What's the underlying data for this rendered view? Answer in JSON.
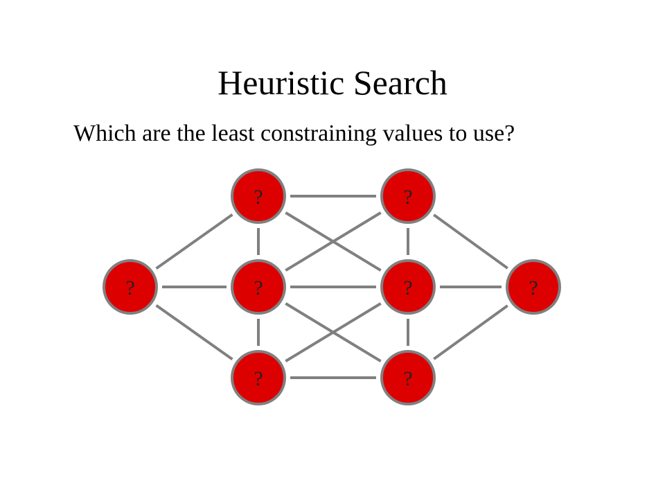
{
  "slide": {
    "title": "Heuristic Search",
    "subtitle": "Which are the least constraining values to use?"
  },
  "graph": {
    "node_fill": "#dd0000",
    "node_stroke": "#808080",
    "edge_color": "#808080",
    "label_color": "#222222",
    "nodes": [
      {
        "id": "left",
        "label": "?"
      },
      {
        "id": "c1-top",
        "label": "?"
      },
      {
        "id": "c1-mid",
        "label": "?"
      },
      {
        "id": "c1-bot",
        "label": "?"
      },
      {
        "id": "c2-top",
        "label": "?"
      },
      {
        "id": "c2-mid",
        "label": "?"
      },
      {
        "id": "c2-bot",
        "label": "?"
      },
      {
        "id": "right",
        "label": "?"
      }
    ],
    "edges": [
      [
        "left",
        "c1-top"
      ],
      [
        "left",
        "c1-mid"
      ],
      [
        "left",
        "c1-bot"
      ],
      [
        "c1-top",
        "c1-mid"
      ],
      [
        "c1-mid",
        "c1-bot"
      ],
      [
        "c1-top",
        "c2-top"
      ],
      [
        "c1-top",
        "c2-mid"
      ],
      [
        "c1-mid",
        "c2-top"
      ],
      [
        "c1-mid",
        "c2-mid"
      ],
      [
        "c1-mid",
        "c2-bot"
      ],
      [
        "c1-bot",
        "c2-mid"
      ],
      [
        "c1-bot",
        "c2-bot"
      ],
      [
        "c2-top",
        "c2-mid"
      ],
      [
        "c2-mid",
        "c2-bot"
      ],
      [
        "c2-top",
        "right"
      ],
      [
        "c2-mid",
        "right"
      ],
      [
        "c2-bot",
        "right"
      ]
    ]
  }
}
